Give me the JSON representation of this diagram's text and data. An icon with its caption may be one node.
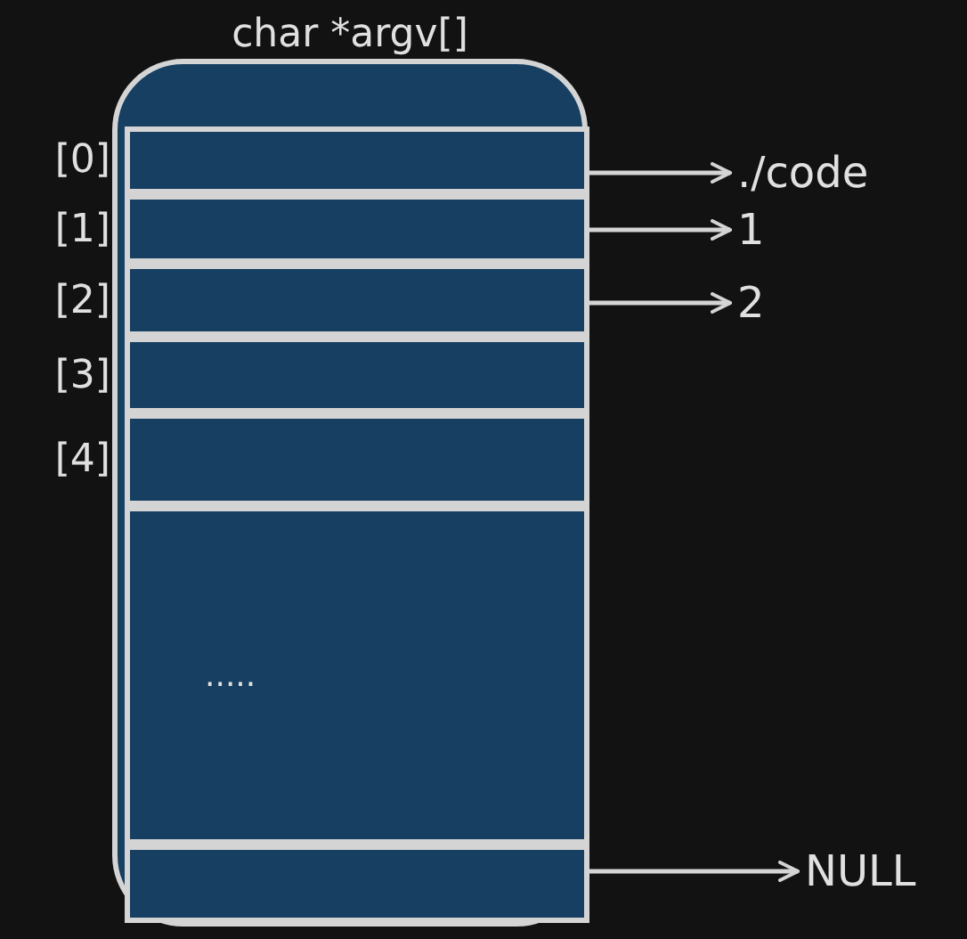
{
  "diagram": {
    "nodes": [
      {
        "text": [
          "char *argv[]"
        ]
      },
      {
        "text": [],
        "shape": "box",
        "in": 0,
        "beside": [
          "[0]"
        ]
      },
      {
        "text": [],
        "shape": "box",
        "in": 0,
        "beside": [
          "[1]"
        ]
      },
      {
        "text": [],
        "shape": "box",
        "in": 0,
        "beside": [
          "[2]"
        ]
      },
      {
        "text": [],
        "shape": "box",
        "in": 0,
        "beside": [
          "[3]"
        ]
      },
      {
        "text": [],
        "shape": "box",
        "in": 0,
        "beside": [
          "[4]"
        ]
      },
      {
        "text": [
          "....."
        ],
        "in": 0
      },
      {
        "text": [],
        "shape": "box",
        "in": 0
      },
      {
        "text": [
          "./code"
        ]
      },
      {
        "text": [
          "1"
        ]
      },
      {
        "text": [
          "2"
        ]
      },
      {
        "text": [
          "NULL"
        ]
      }
    ],
    "edges": [
      {
        "from": 1,
        "to": 8,
        "arrow": "to"
      },
      {
        "from": 2,
        "to": 9,
        "arrow": "to"
      },
      {
        "from": 3,
        "to": 10,
        "arrow": "to"
      },
      {
        "from": 7,
        "to": 11,
        "arrow": "to"
      }
    ]
  }
}
